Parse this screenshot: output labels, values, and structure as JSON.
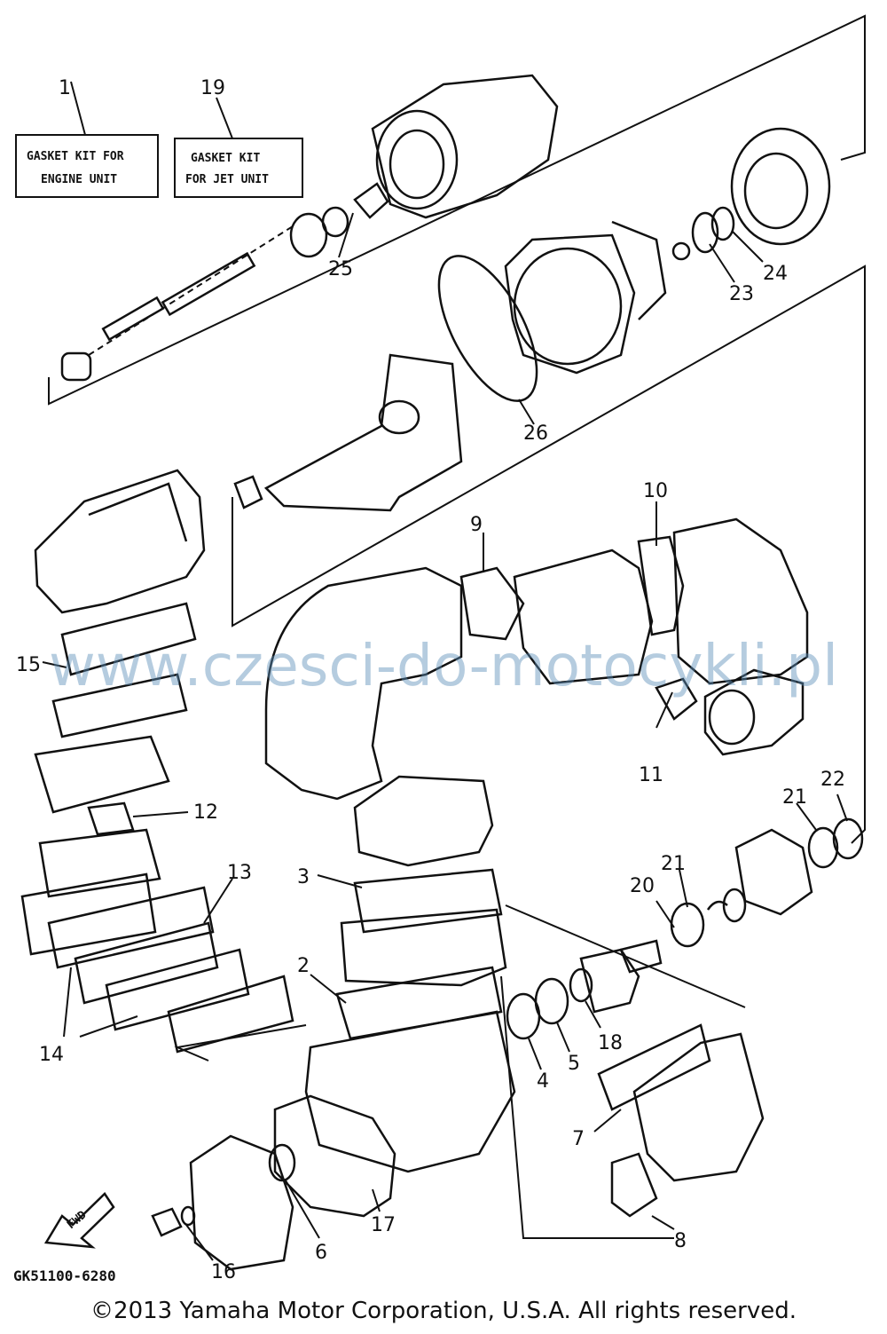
{
  "kits": [
    {
      "number": "1",
      "line1": "GASKET KIT FOR",
      "line2": "ENGINE UNIT"
    },
    {
      "number": "19",
      "line1": "GASKET KIT",
      "line2": "FOR JET UNIT"
    }
  ],
  "callouts": {
    "c2": "2",
    "c3": "3",
    "c4": "4",
    "c5": "5",
    "c6": "6",
    "c7": "7",
    "c8": "8",
    "c9": "9",
    "c10": "10",
    "c11": "11",
    "c12": "12",
    "c13": "13",
    "c14": "14",
    "c15": "15",
    "c16": "16",
    "c17": "17",
    "c18": "18",
    "c20": "20",
    "c21a": "21",
    "c21b": "21",
    "c22": "22",
    "c23": "23",
    "c24": "24",
    "c25": "25",
    "c26": "26"
  },
  "fwd_label": "FWD",
  "drawing_code": "GK51100-6280",
  "watermark": "www.czesci-do-motocykli.pl",
  "copyright": "©2013 Yamaha Motor Corporation, U.S.A. All rights reserved."
}
